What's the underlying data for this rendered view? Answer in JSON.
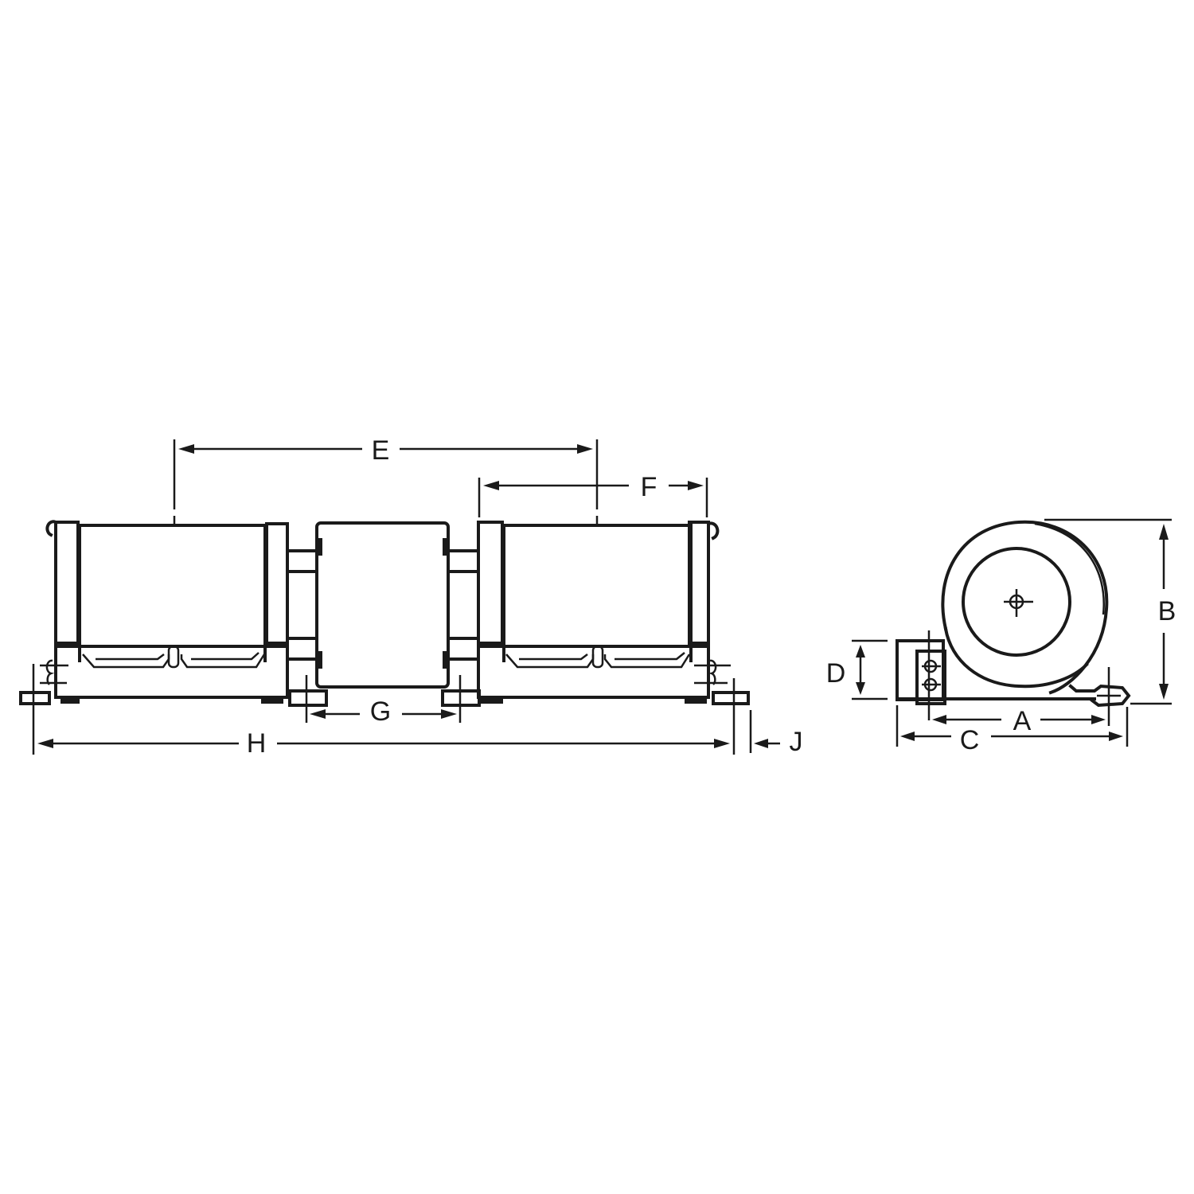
{
  "diagram": {
    "type": "technical dimension drawing",
    "subject": "dual shaft blower assembly",
    "views": [
      {
        "name": "front-view",
        "description": "two blower housings flanking a center motor"
      },
      {
        "name": "side-view",
        "description": "scroll housing end view with mounting bracket"
      }
    ],
    "background_color": "#ffffff",
    "line_color": "#1a1a1a"
  },
  "dimensions": {
    "A": "A",
    "B": "B",
    "C": "C",
    "D": "D",
    "E": "E",
    "F": "F",
    "G": "G",
    "H": "H",
    "J": "J"
  }
}
